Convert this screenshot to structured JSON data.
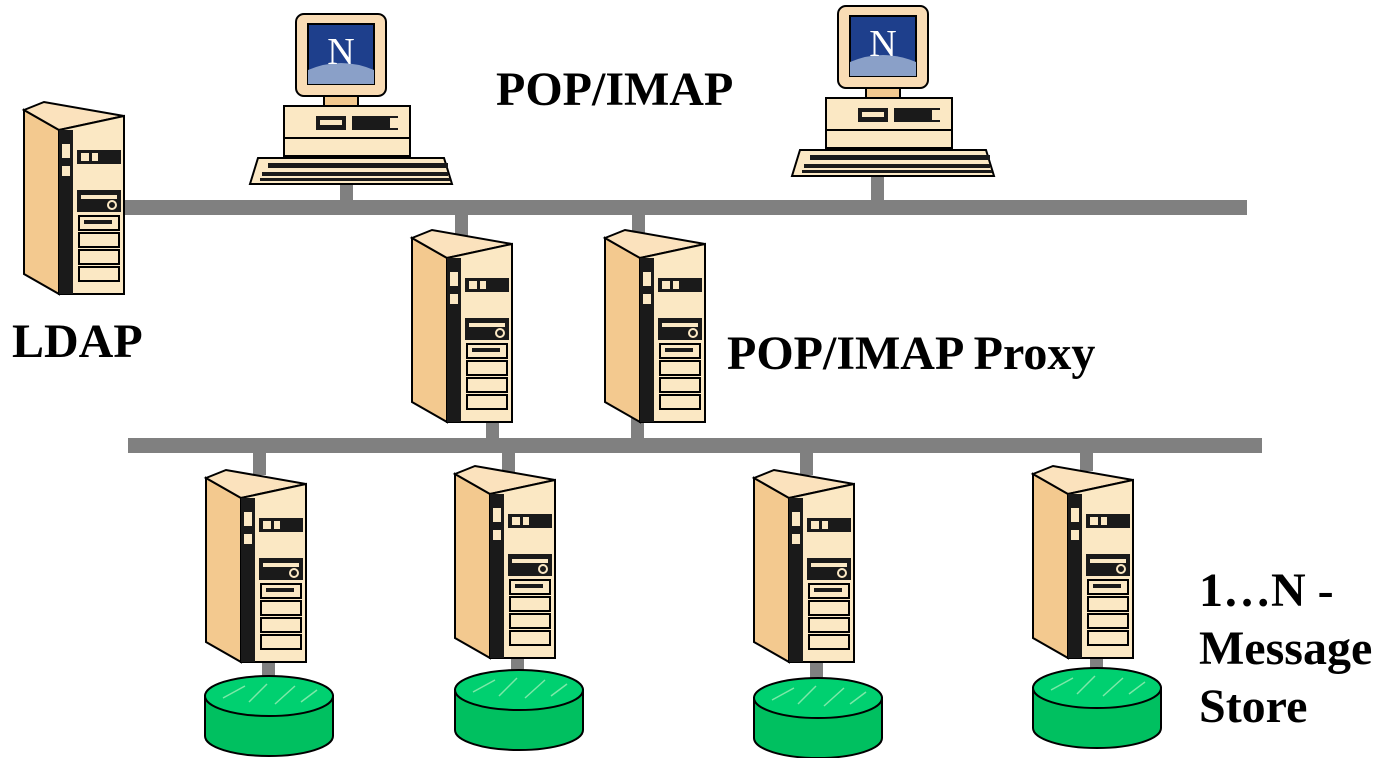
{
  "labels": {
    "clients_protocol": "POP/IMAP",
    "directory": "LDAP",
    "proxy": "POP/IMAP Proxy",
    "store_line1": "1…N -",
    "store_line2": "Message",
    "store_line3": "Store"
  },
  "client_logo_letter": "N",
  "colors": {
    "network_bus": "#808080",
    "server_body": "#f9dcb5",
    "server_panel": "#fbe8c4",
    "server_dark": "#1a1a1a",
    "monitor_bezel": "#f9dcb5",
    "monitor_screen": "#1e3f8c",
    "disk_green": "#00c060",
    "disk_top": "#00d070"
  },
  "icons": {
    "client": "desktop-computer-icon",
    "server": "tower-server-icon",
    "storage": "disk-storage-icon"
  }
}
